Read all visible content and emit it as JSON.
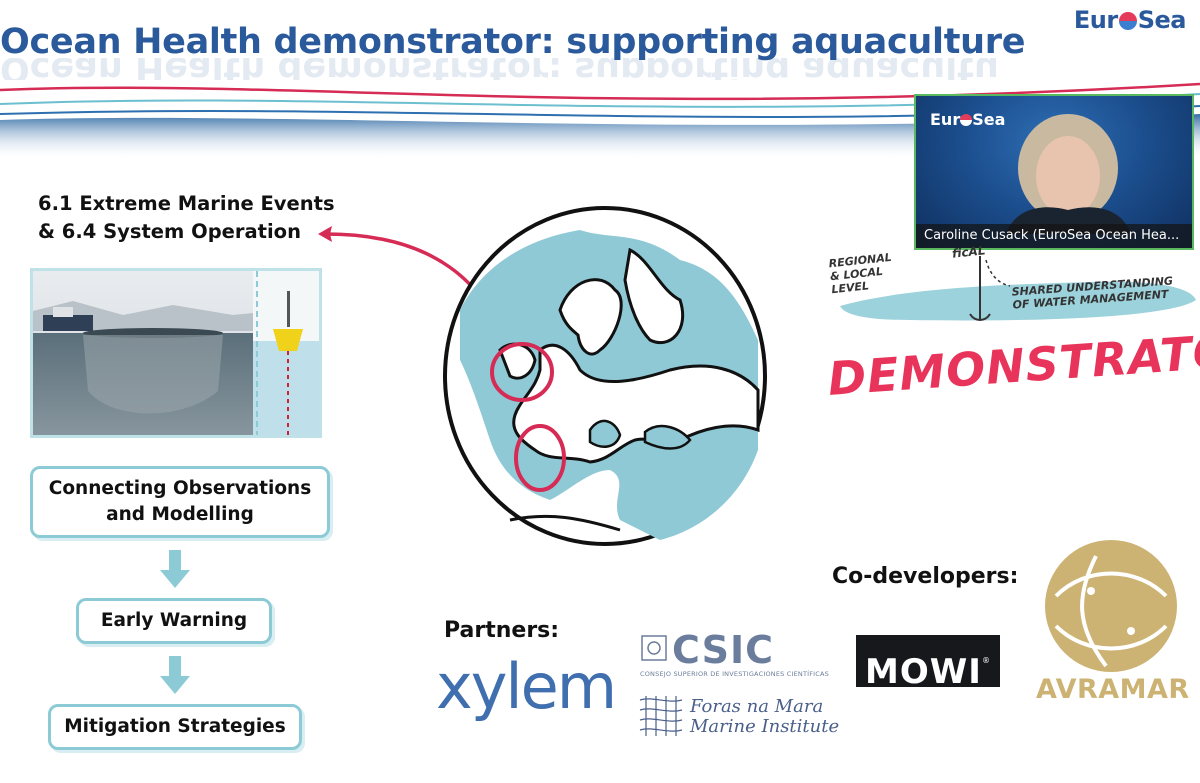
{
  "slide": {
    "title": "Ocean Health demonstrator: supporting aquaculture",
    "logo": {
      "part1": "Eur",
      "part2": "Sea"
    }
  },
  "section": {
    "line1": "6.1 Extreme Marine Events",
    "line2": "& 6.4 System Operation"
  },
  "flow": {
    "step1_line1": "Connecting Observations",
    "step1_line2": "and Modelling",
    "step2": "Early Warning",
    "step3": "Mitigation Strategies"
  },
  "webcam": {
    "logo": {
      "part1": "Eur",
      "part2": "Sea"
    },
    "participant_name": "Caroline Cusack (EuroSea Ocean Hea..."
  },
  "sketch": {
    "regional_line1": "REGIONAL",
    "regional_line2": "& LOCAL",
    "regional_line3": "LEVEL",
    "shared_line1": "SHARED UNDERSTANDING",
    "shared_line2": "OF WATER MANAGEMENT",
    "top_fragment": "ficAL"
  },
  "demo_word": "DEMONSTRATOR",
  "partners": {
    "label": "Partners:",
    "xylem": "xylem",
    "csic": "CSIC",
    "csic_sub": "CONSEJO SUPERIOR DE INVESTIGACIONES CIENTÍFICAS",
    "foras_line1": "Foras na Mara",
    "foras_line2": "Marine Institute"
  },
  "codevelopers": {
    "label": "Co-developers:",
    "mowi": "MOWI",
    "mowi_mark": "®",
    "avramar": "AVRAMAR"
  },
  "colors": {
    "title_blue": "#2a5a9c",
    "accent_red": "#e8345a",
    "teal": "#8ccbd6",
    "sea": "#8fc9d6",
    "avramar_gold": "#cdb373"
  }
}
